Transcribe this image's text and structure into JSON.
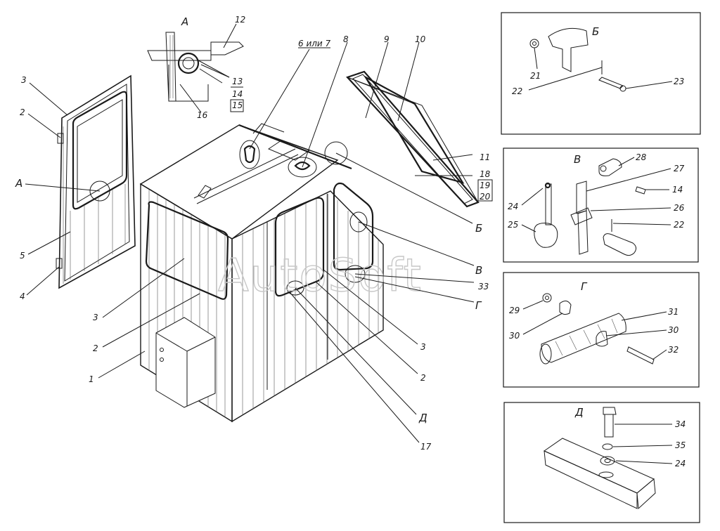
{
  "watermark": "AutoSoft",
  "view_letters": {
    "a_detail": "А",
    "a_door": "А",
    "b_panel": "Б",
    "b_callout": "Б",
    "v_panel": "В",
    "v_callout": "В",
    "g_panel": "Г",
    "g_callout": "Г",
    "d_panel": "Д",
    "d_callout": "Д"
  },
  "labels": {
    "p1": "1",
    "p2a": "2",
    "p2b": "2",
    "p2c": "2",
    "p3a": "3",
    "p3b": "3",
    "p3c": "3",
    "p4": "4",
    "p5": "5",
    "p6or7": "6 или 7",
    "p8": "8",
    "p9": "9",
    "p10": "10",
    "p11": "11",
    "p12": "12",
    "p13": "13",
    "p14a": "14",
    "p14b": "14",
    "p15": "15",
    "p16": "16",
    "p17": "17",
    "p18": "18",
    "p19": "19",
    "p20": "20",
    "p21": "21",
    "p22a": "22",
    "p22b": "22",
    "p23": "23",
    "p24a": "24",
    "p24b": "24",
    "p25": "25",
    "p26": "26",
    "p27": "27",
    "p28": "28",
    "p29": "29",
    "p30a": "30",
    "p30b": "30",
    "p31": "31",
    "p32": "32",
    "p33": "33",
    "p34": "34",
    "p35": "35"
  }
}
